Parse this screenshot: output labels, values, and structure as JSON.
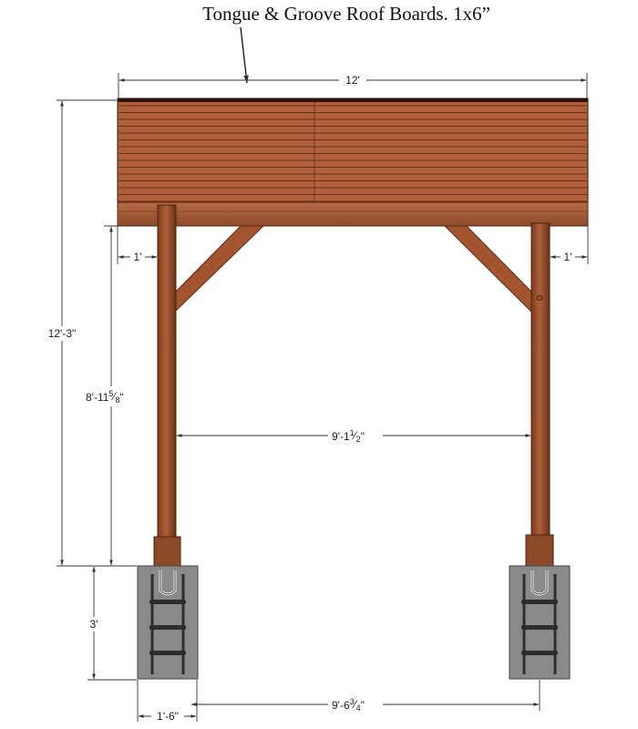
{
  "title": "Tongue & Groove Roof Boards. 1x6”",
  "dimensions": {
    "overall_width": "12'",
    "overall_height": "12'-3\"",
    "post_height": {
      "whole": "8'-11",
      "num": "5",
      "den": "8",
      "unit": "\""
    },
    "overhang_left": "1'",
    "overhang_right": "1'",
    "clear_span": {
      "whole": "9'-1",
      "num": "1",
      "den": "2",
      "unit": "\""
    },
    "footing_depth": "3'",
    "footing_width": "1'-6\"",
    "footing_spacing": {
      "whole": "9'-6",
      "num": "3",
      "den": "4",
      "unit": "\""
    }
  },
  "colors": {
    "wood": "#a0522d",
    "wood_dark": "#5e2c15",
    "concrete": "#8a8a8a",
    "rebar": "#2d2d2d",
    "dimension_line": "#333333"
  }
}
